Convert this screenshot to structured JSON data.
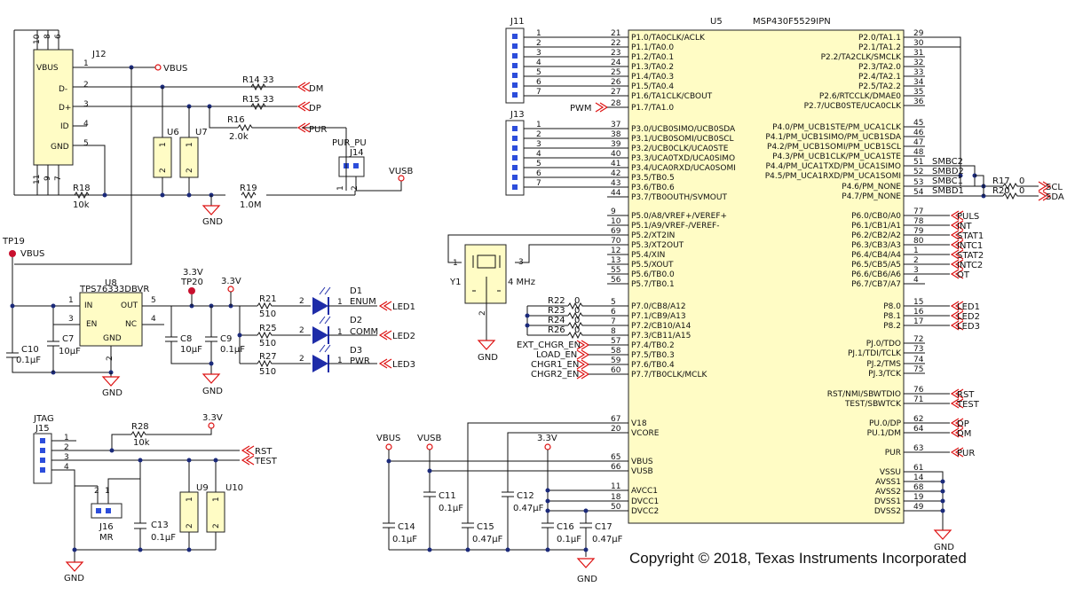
{
  "u5": {
    "ref": "U5",
    "part": "MSP430F5529IPN",
    "left_pins": [
      {
        "name": "P1.0/TA0CLK/ACLK",
        "num": "21"
      },
      {
        "name": "P1.1/TA0.0",
        "num": "22"
      },
      {
        "name": "P1.2/TA0.1",
        "num": "23"
      },
      {
        "name": "P1.3/TA0.2",
        "num": "24"
      },
      {
        "name": "P1.4/TA0.3",
        "num": "25"
      },
      {
        "name": "P1.5/TA0.4",
        "num": "26"
      },
      {
        "name": "P1.6/TA1CLK/CBOUT",
        "num": "27"
      },
      {
        "name": "P1.7/TA1.0",
        "num": "28"
      },
      {
        "name": "P3.0/UCB0SIMO/UCB0SDA",
        "num": "37"
      },
      {
        "name": "P3.1/UCB0SOMI/UCB0SCL",
        "num": "38"
      },
      {
        "name": "P3.2/UCB0CLK/UCA0STE",
        "num": "39"
      },
      {
        "name": "P3.3/UCA0TXD/UCA0SIMO",
        "num": "40"
      },
      {
        "name": "P3.4/UCA0RXD/UCA0SOMI",
        "num": "41"
      },
      {
        "name": "P3.5/TB0.5",
        "num": "42"
      },
      {
        "name": "P3.6/TB0.6",
        "num": "43"
      },
      {
        "name": "P3.7/TB0OUTH/SVMOUT",
        "num": "44"
      },
      {
        "name": "P5.0/A8/VREF+/VEREF+",
        "num": "9"
      },
      {
        "name": "P5.1/A9/VREF-/VEREF-",
        "num": "10"
      },
      {
        "name": "P5.2/XT2IN",
        "num": "69"
      },
      {
        "name": "P5.3/XT2OUT",
        "num": "70"
      },
      {
        "name": "P5.4/XIN",
        "num": "12"
      },
      {
        "name": "P5.5/XOUT",
        "num": "13"
      },
      {
        "name": "P5.6/TB0.0",
        "num": "55"
      },
      {
        "name": "P5.7/TB0.1",
        "num": "56"
      },
      {
        "name": "P7.0/CB8/A12",
        "num": "5"
      },
      {
        "name": "P7.1/CB9/A13",
        "num": "6"
      },
      {
        "name": "P7.2/CB10/A14",
        "num": "7"
      },
      {
        "name": "P7.3/CB11/A15",
        "num": "8"
      },
      {
        "name": "P7.4/TB0.2",
        "num": "57"
      },
      {
        "name": "P7.5/TB0.3",
        "num": "58"
      },
      {
        "name": "P7.6/TB0.4",
        "num": "59"
      },
      {
        "name": "P7.7/TB0CLK/MCLK",
        "num": "60"
      },
      {
        "name": "V18",
        "num": "67"
      },
      {
        "name": "VCORE",
        "num": "20"
      },
      {
        "name": "VBUS",
        "num": "65"
      },
      {
        "name": "VUSB",
        "num": "66"
      },
      {
        "name": "AVCC1",
        "num": "11"
      },
      {
        "name": "DVCC1",
        "num": "18"
      },
      {
        "name": "DVCC2",
        "num": "50"
      }
    ],
    "right_pins": [
      {
        "name": "P2.0/TA1.1",
        "num": "29"
      },
      {
        "name": "P2.1/TA1.2",
        "num": "30"
      },
      {
        "name": "P2.2/TA2CLK/SMCLK",
        "num": "31"
      },
      {
        "name": "P2.3/TA2.0",
        "num": "32"
      },
      {
        "name": "P2.4/TA2.1",
        "num": "33"
      },
      {
        "name": "P2.5/TA2.2",
        "num": "34"
      },
      {
        "name": "P2.6/RTCCLK/DMAE0",
        "num": "35"
      },
      {
        "name": "P2.7/UCB0STE/UCA0CLK",
        "num": "36"
      },
      {
        "name": "P4.0/PM_UCB1STE/PM_UCA1CLK",
        "num": "45"
      },
      {
        "name": "P4.1/PM_UCB1SIMO/PM_UCB1SDA",
        "num": "46"
      },
      {
        "name": "P4.2/PM_UCB1SOMI/PM_UCB1SCL",
        "num": "47"
      },
      {
        "name": "P4.3/PM_UCB1CLK/PM_UCA1STE",
        "num": "48"
      },
      {
        "name": "P4.4/PM_UCA1TXD/PM_UCA1SIMO",
        "num": "51"
      },
      {
        "name": "P4.5/PM_UCA1RXD/PM_UCA1SOMI",
        "num": "52"
      },
      {
        "name": "P4.6/PM_NONE",
        "num": "53"
      },
      {
        "name": "P4.7/PM_NONE",
        "num": "54"
      },
      {
        "name": "P6.0/CB0/A0",
        "num": "77"
      },
      {
        "name": "P6.1/CB1/A1",
        "num": "78"
      },
      {
        "name": "P6.2/CB2/A2",
        "num": "79"
      },
      {
        "name": "P6.3/CB3/A3",
        "num": "80"
      },
      {
        "name": "P6.4/CB4/A4",
        "num": "1"
      },
      {
        "name": "P6.5/CB5/A5",
        "num": "2"
      },
      {
        "name": "P6.6/CB6/A6",
        "num": "3"
      },
      {
        "name": "P6.7/CB7/A7",
        "num": "4"
      },
      {
        "name": "P8.0",
        "num": "15"
      },
      {
        "name": "P8.1",
        "num": "16"
      },
      {
        "name": "P8.2",
        "num": "17"
      },
      {
        "name": "PJ.0/TDO",
        "num": "72"
      },
      {
        "name": "PJ.1/TDI/TCLK",
        "num": "73"
      },
      {
        "name": "PJ.2/TMS",
        "num": "74"
      },
      {
        "name": "PJ.3/TCK",
        "num": "75"
      },
      {
        "name": "RST/NMI/SBWTDIO",
        "num": "76"
      },
      {
        "name": "TEST/SBWTCK",
        "num": "71"
      },
      {
        "name": "PU.0/DP",
        "num": "62"
      },
      {
        "name": "PU.1/DM",
        "num": "64"
      },
      {
        "name": "PUR",
        "num": "63"
      },
      {
        "name": "VSSU",
        "num": "61"
      },
      {
        "name": "AVSS1",
        "num": "14"
      },
      {
        "name": "AVSS2",
        "num": "68"
      },
      {
        "name": "DVSS1",
        "num": "19"
      },
      {
        "name": "DVSS2",
        "num": "49"
      }
    ]
  },
  "nets": {
    "vbus": "VBUS",
    "vusb": "VUSB",
    "v33": "3.3V",
    "gnd": "GND",
    "dm": "DM",
    "dp": "DP",
    "pur": "PUR",
    "pwm": "PWM",
    "scl": "SCL",
    "sda": "SDA",
    "smbc2": "SMBC2",
    "smbd2": "SMBD2",
    "smbc1": "SMBC1",
    "smbd1": "SMBD1",
    "puls": "PULS",
    "int": "INT",
    "stat1": "STAT1",
    "intc1": "INTC1",
    "stat2": "STAT2",
    "intc2": "INTC2",
    "ot": "OT",
    "led1": "LED1",
    "led2": "LED2",
    "led3": "LED3",
    "rst": "RST",
    "test": "TEST",
    "ext_chgr_en": "EXT_CHGR_EN",
    "load_en": "LOAD_EN",
    "chgr1_en": "CHGR1_EN",
    "chgr2_en": "CHGR2_EN"
  },
  "usb_connector": {
    "ref": "J12",
    "pins": [
      {
        "name": "VBUS",
        "num": "1"
      },
      {
        "name": "D-",
        "num": "2"
      },
      {
        "name": "D+",
        "num": "3"
      },
      {
        "name": "ID",
        "num": "4"
      },
      {
        "name": "GND",
        "num": "5"
      }
    ],
    "shield_top": [
      "10",
      "8",
      "6"
    ],
    "shield_bottom": [
      "11",
      "9",
      "7"
    ]
  },
  "j11": {
    "ref": "J11",
    "pins": [
      "1",
      "2",
      "3",
      "4",
      "5",
      "6",
      "7"
    ]
  },
  "j13": {
    "ref": "J13",
    "pins": [
      "1",
      "2",
      "3",
      "4",
      "5",
      "6",
      "7"
    ]
  },
  "j14": {
    "ref": "J14",
    "name": "PUR_PU",
    "pins": [
      "1",
      "2"
    ]
  },
  "j15": {
    "ref": "J15",
    "name": "JTAG",
    "pins": [
      "1",
      "2",
      "3",
      "4"
    ]
  },
  "j16": {
    "ref": "J16",
    "name": "MR",
    "pins": [
      "2",
      "1"
    ]
  },
  "u6": {
    "ref": "U6",
    "pins": [
      "1",
      "2"
    ]
  },
  "u7": {
    "ref": "U7",
    "pins": [
      "1",
      "2"
    ]
  },
  "u9": {
    "ref": "U9",
    "pins": [
      "1",
      "2"
    ]
  },
  "u10": {
    "ref": "U10",
    "pins": [
      "1",
      "2"
    ]
  },
  "u8": {
    "ref": "U8",
    "part": "TPS76333DBVR",
    "in": "IN",
    "en": "EN",
    "gnd": "GND",
    "out": "OUT",
    "nc": "NC",
    "pin_in": "1",
    "pin_en": "3",
    "pin_gnd": "2",
    "pin_out": "5",
    "pin_nc": "4"
  },
  "y1": {
    "ref": "Y1",
    "freq": "4 MHz",
    "pins": [
      "1",
      "3",
      "2"
    ]
  },
  "tp19": {
    "ref": "TP19",
    "net": "VBUS"
  },
  "tp20": {
    "ref": "TP20",
    "net": "3.3V"
  },
  "resistors": {
    "r14": {
      "ref": "R14",
      "val": "33"
    },
    "r15": {
      "ref": "R15",
      "val": "33"
    },
    "r16": {
      "ref": "R16",
      "val": "2.0k"
    },
    "r17": {
      "ref": "R17",
      "val": "0"
    },
    "r18": {
      "ref": "R18",
      "val": "10k"
    },
    "r19": {
      "ref": "R19",
      "val": "1.0M"
    },
    "r20": {
      "ref": "R20",
      "val": "0"
    },
    "r21": {
      "ref": "R21",
      "val": "510"
    },
    "r22": {
      "ref": "R22",
      "val": "0"
    },
    "r23": {
      "ref": "R23",
      "val": "0"
    },
    "r24": {
      "ref": "R24",
      "val": "0"
    },
    "r25": {
      "ref": "R25",
      "val": "510"
    },
    "r26": {
      "ref": "R26",
      "val": "0"
    },
    "r27": {
      "ref": "R27",
      "val": "510"
    },
    "r28": {
      "ref": "R28",
      "val": "10k"
    }
  },
  "capacitors": {
    "c7": {
      "ref": "C7",
      "val": "10µF"
    },
    "c8": {
      "ref": "C8",
      "val": "10µF"
    },
    "c9": {
      "ref": "C9",
      "val": "0.1µF"
    },
    "c10": {
      "ref": "C10",
      "val": "0.1µF"
    },
    "c11": {
      "ref": "C11",
      "val": "0.1µF"
    },
    "c12": {
      "ref": "C12",
      "val": "0.47µF"
    },
    "c13": {
      "ref": "C13",
      "val": "0.1µF"
    },
    "c14": {
      "ref": "C14",
      "val": "0.1µF"
    },
    "c15": {
      "ref": "C15",
      "val": "0.47µF"
    },
    "c16": {
      "ref": "C16",
      "val": "0.1µF"
    },
    "c17": {
      "ref": "C17",
      "val": "0.47µF"
    }
  },
  "leds": {
    "d1": {
      "ref": "D1",
      "name": "ENUM"
    },
    "d2": {
      "ref": "D2",
      "name": "COMM"
    },
    "d3": {
      "ref": "D3",
      "name": "PWR"
    }
  },
  "copyright": "Copyright © 2018, Texas Instruments Incorporated"
}
